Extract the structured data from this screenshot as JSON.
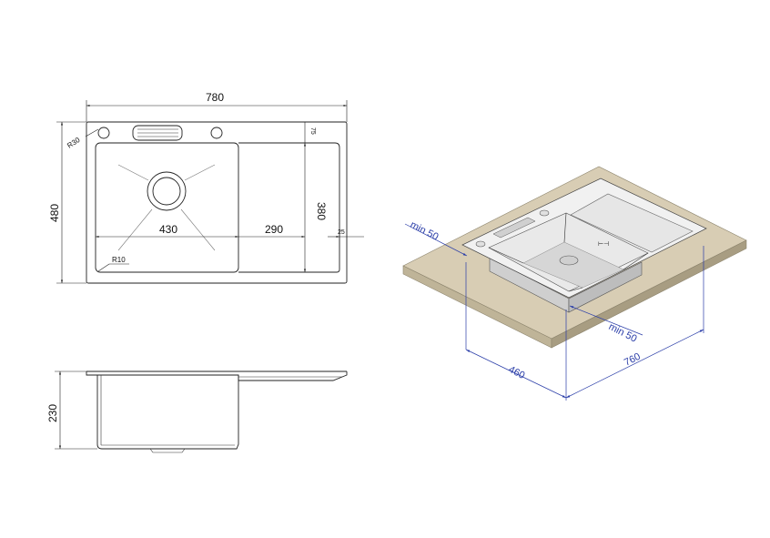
{
  "top_view": {
    "width": "780",
    "height": "480",
    "bowl_width": "430",
    "drainer_width": "290",
    "inner_height": "380",
    "edge_top": "75",
    "edge_side": "25",
    "corner_radius_outer": "R30",
    "corner_radius_inner": "R10"
  },
  "side_view": {
    "depth": "230"
  },
  "iso_view": {
    "min_left": "min 50",
    "min_right": "min 50",
    "cutout_depth": "460",
    "cutout_width": "760"
  },
  "colors": {
    "line": "#222222",
    "dimension_blue": "#2a3da8",
    "countertop": "#d8cdb4",
    "countertop_edge": "#bfb498",
    "steel_light": "#f4f4f4",
    "steel_mid": "#dcdcdc",
    "steel_dark": "#b8b8b8"
  }
}
